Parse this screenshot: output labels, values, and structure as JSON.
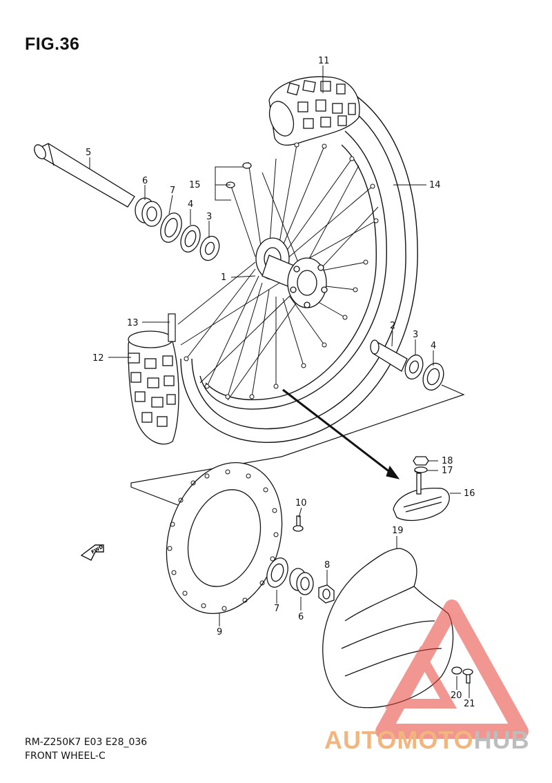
{
  "figure": {
    "title": "FIG.36",
    "caption_line1": "RM-Z250K7 E03 E28_036",
    "caption_line2": "FRONT WHEEL-C"
  },
  "callouts": {
    "n1": "1",
    "n2": "2",
    "n3a": "3",
    "n3b": "3",
    "n4a": "4",
    "n4b": "4",
    "n5": "5",
    "n6a": "6",
    "n6b": "6",
    "n7a": "7",
    "n7b": "7",
    "n8": "8",
    "n9": "9",
    "n10": "10",
    "n11": "11",
    "n12": "12",
    "n13": "13",
    "n14": "14",
    "n15": "15",
    "n16": "16",
    "n17": "17",
    "n18": "18",
    "n19": "19",
    "n20": "20",
    "n21": "21"
  },
  "fwd_arrow_label": "FWD",
  "watermark": {
    "part1": "AUTOMOTO",
    "part2": "HUB",
    "color_accent": "#e8423a"
  }
}
